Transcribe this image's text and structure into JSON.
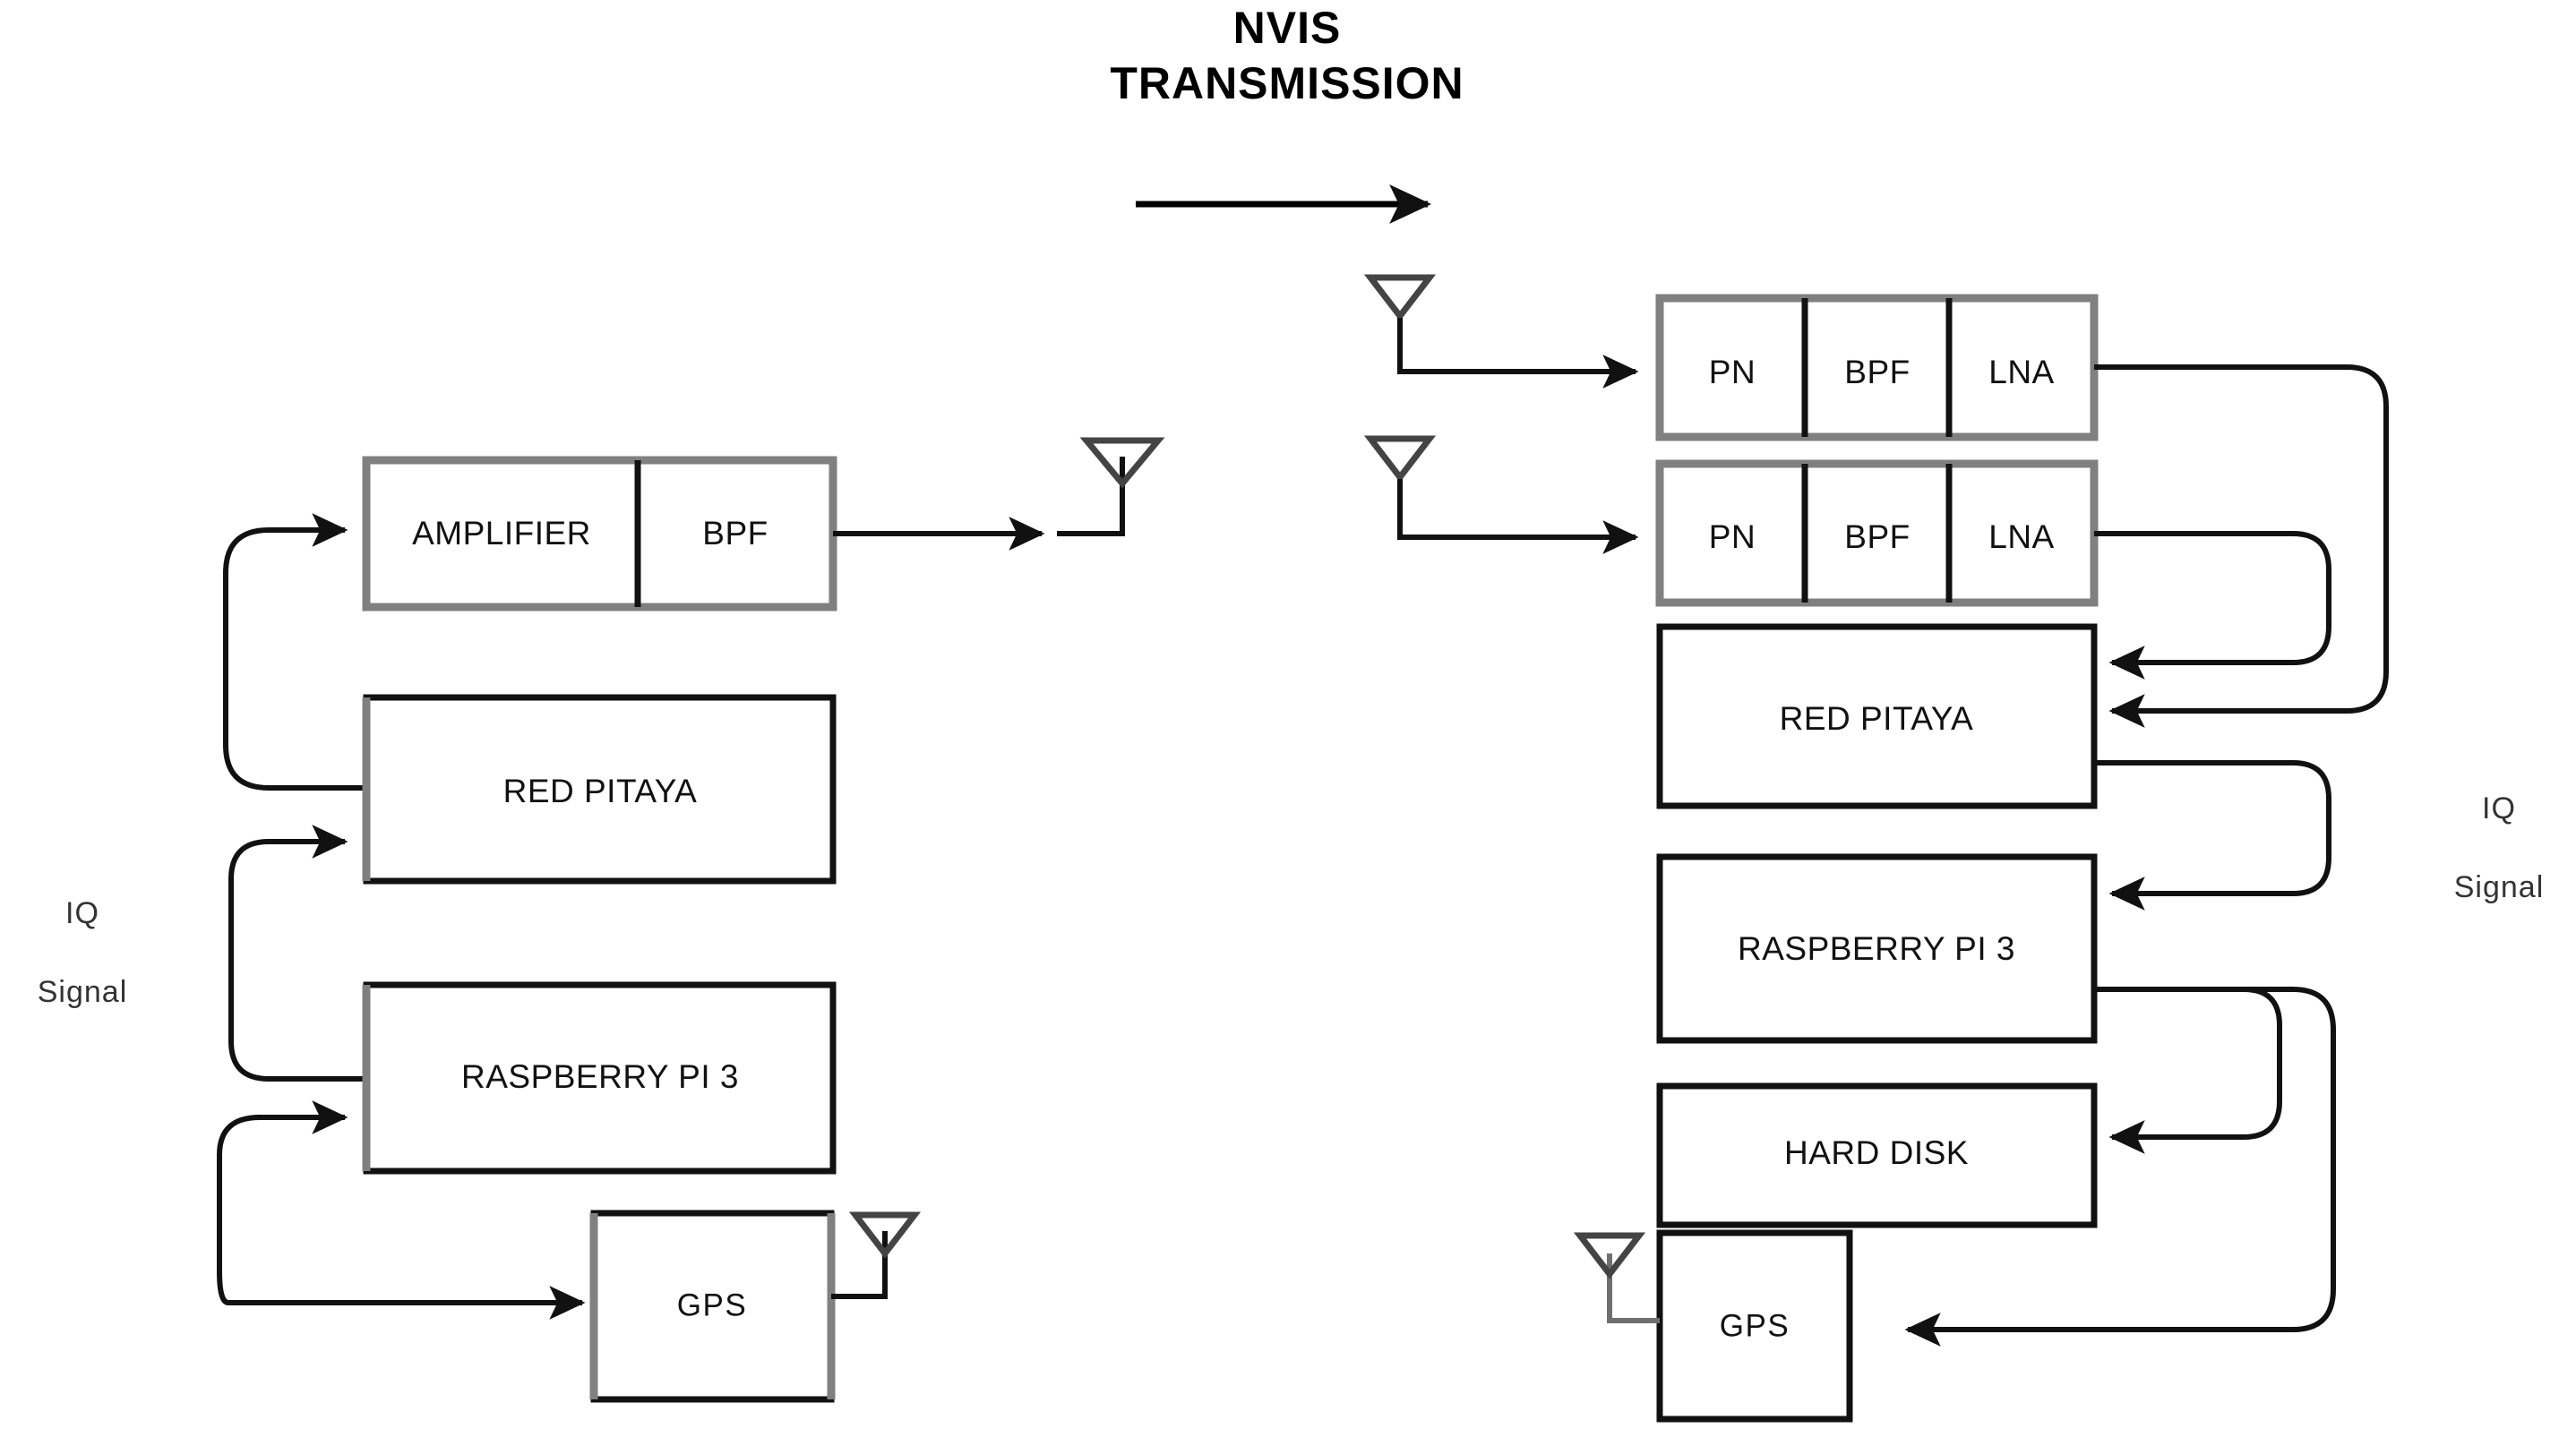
{
  "title": {
    "line1": "NVIS",
    "line2": "TRANSMISSION"
  },
  "labels": {
    "iq_left_line1": "IQ",
    "iq_left_line2": "Signal",
    "iq_right_line1": "IQ",
    "iq_right_line2": "Signal"
  },
  "transmitter": {
    "name": "transmitter-chain",
    "blocks": [
      {
        "id": "tx-amplifier",
        "label": "AMPLIFIER"
      },
      {
        "id": "tx-bpf",
        "label": "BPF"
      },
      {
        "id": "tx-red-pitaya",
        "label": "RED PITAYA"
      },
      {
        "id": "tx-raspberry-pi",
        "label": "RASPBERRY PI 3"
      },
      {
        "id": "tx-gps",
        "label": "GPS"
      }
    ],
    "antennas": [
      {
        "id": "tx-antenna",
        "name": "transmit-antenna"
      },
      {
        "id": "tx-gps-antenna",
        "name": "gps-antenna"
      }
    ]
  },
  "receiver": {
    "name": "receiver-chain",
    "frontend_a": [
      {
        "id": "rx-a-pn",
        "label": "PN"
      },
      {
        "id": "rx-a-bpf",
        "label": "BPF"
      },
      {
        "id": "rx-a-lna",
        "label": "LNA"
      }
    ],
    "frontend_b": [
      {
        "id": "rx-b-pn",
        "label": "PN"
      },
      {
        "id": "rx-b-bpf",
        "label": "BPF"
      },
      {
        "id": "rx-b-lna",
        "label": "LNA"
      }
    ],
    "blocks": [
      {
        "id": "rx-red-pitaya",
        "label": "RED PITAYA"
      },
      {
        "id": "rx-raspberry-pi",
        "label": "RASPBERRY PI 3"
      },
      {
        "id": "rx-hard-disk",
        "label": "HARD DISK"
      },
      {
        "id": "rx-gps",
        "label": "GPS"
      }
    ],
    "antennas": [
      {
        "id": "rx-antenna-1",
        "name": "receive-antenna-upper"
      },
      {
        "id": "rx-antenna-2",
        "name": "receive-antenna-lower"
      },
      {
        "id": "rx-gps-antenna",
        "name": "gps-antenna"
      }
    ]
  },
  "colors": {
    "box_outline_gray": "#808080",
    "box_outline_dark": "#111111",
    "wire": "#111111",
    "text": "#111111",
    "background": "#ffffff"
  }
}
